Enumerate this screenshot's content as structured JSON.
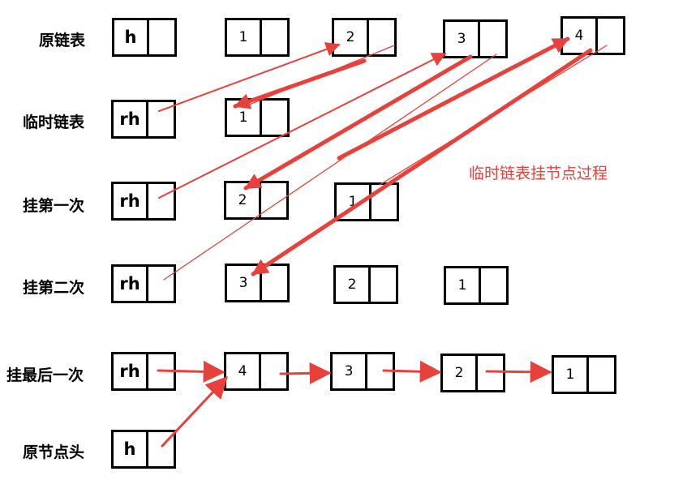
{
  "rows": [
    {
      "label": "原链表"
    },
    {
      "label": "临时链表"
    },
    {
      "label": "挂第一次"
    },
    {
      "label": "挂第二次"
    },
    {
      "label": "挂最后一次"
    },
    {
      "label": "原节点头"
    }
  ],
  "heads": {
    "h": "h",
    "rh": "rh"
  },
  "nodes": {
    "original": [
      "1",
      "2",
      "3",
      "4"
    ],
    "temp": [
      "1"
    ],
    "first": [
      "2",
      "1"
    ],
    "second": [
      "3",
      "2",
      "1"
    ],
    "last": [
      "4",
      "3",
      "2",
      "1"
    ]
  },
  "caption": "临时链表挂节点过程",
  "colors": {
    "arrow": "#e8413c",
    "caption": "#e8413c",
    "box": "#000000"
  }
}
